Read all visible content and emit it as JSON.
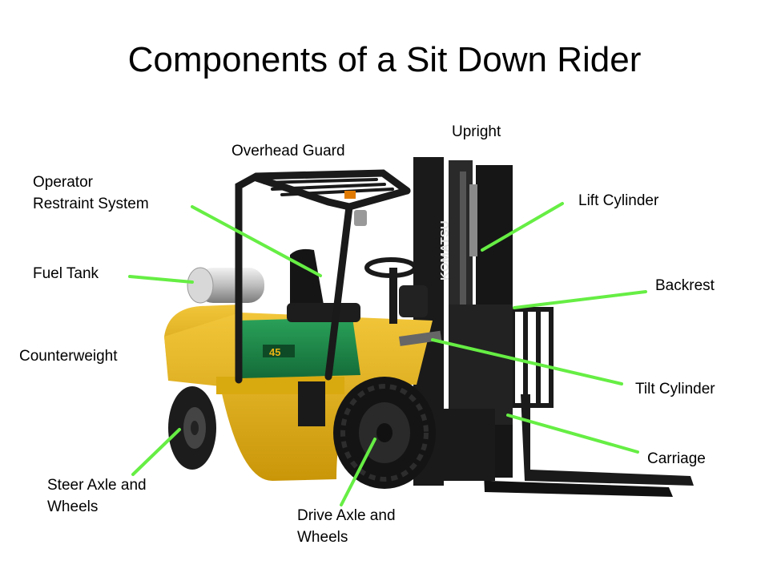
{
  "title": "Components of a Sit Down Rider",
  "labels": {
    "upright": "Upright",
    "overhead_guard": "Overhead Guard",
    "operator_restraint_line1": "Operator",
    "operator_restraint_line2": "Restraint System",
    "lift_cylinder": "Lift Cylinder",
    "fuel_tank": "Fuel Tank",
    "backrest": "Backrest",
    "counterweight": "Counterweight",
    "tilt_cylinder": "Tilt Cylinder",
    "carriage": "Carriage",
    "steer_axle_line1": "Steer Axle and",
    "steer_axle_line2": "Wheels",
    "drive_axle_line1": "Drive Axle and",
    "drive_axle_line2": "Wheels"
  },
  "mast_brand": "KOMATSU",
  "body_badge": "45",
  "colors": {
    "leader": "#66ee44",
    "body_yellow": "#e8b416",
    "body_green": "#1f8a4a",
    "frame_black": "#1c1c1c"
  }
}
